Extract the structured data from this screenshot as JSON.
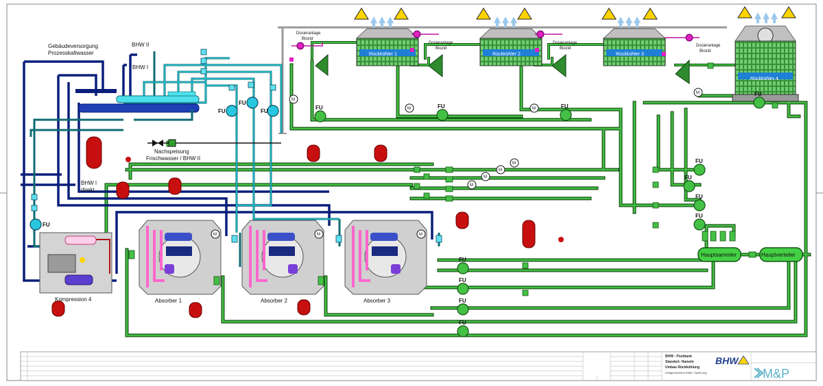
{
  "labels": {
    "building_supply_1": "Gebäudeversorgung",
    "building_supply_2": "Prozesskaltwasser",
    "bhw2": "BHW II",
    "bhw1": "BHW I",
    "bhw1_direct_1": "BHW I",
    "bhw1_direct_2": "direkt",
    "makeup_1": "Nachspeisung",
    "makeup_2": "Frischwasser / BHW II",
    "compression": "Kompression 4",
    "absorber1": "Absorber 1",
    "absorber2": "Absorber 2",
    "absorber3": "Absorber 3",
    "main_collector": "Hauptsammler",
    "main_distributor": "Hauptverteiler",
    "fu": "FU",
    "motor": "M"
  },
  "coolers": [
    {
      "label": "Rückkühler 1"
    },
    {
      "label": "Rückkühler 2"
    },
    {
      "label": "Rückkühler 3"
    },
    {
      "label": "Rückkühler 4"
    }
  ],
  "dosing": [
    {
      "line1": "Dosieranlage",
      "line2": "Biozid"
    },
    {
      "line1": "Dosieranlage",
      "line2": "Biozid"
    },
    {
      "line1": "Dosieranlage",
      "line2": "Biozid"
    },
    {
      "line1": "Dosieranlage",
      "line2": "Biozid"
    }
  ],
  "title_block": {
    "company": "BHW - Postbank",
    "location": "Standort: Hameln",
    "project": "Umbau Rückkühlung",
    "description": "Anlagenschema Kälte / Sanierung",
    "logo_bhw": "BHW",
    "logo_mp": "M&P"
  },
  "colors": {
    "green_dark": "#1a6b1a",
    "green": "#2e9e2e",
    "green_light": "#8fe08f",
    "navy": "#0a1f7a",
    "blue": "#1f3fb5",
    "cyan": "#00b4d8",
    "teal": "#0d6b73",
    "pink": "#ff66cc",
    "red_vessel": "#d01010",
    "warning": "#ffd400"
  }
}
